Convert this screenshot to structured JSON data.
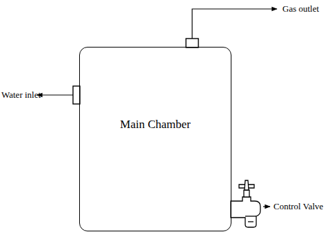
{
  "diagram": {
    "nodes": [
      {
        "text": [
          "Main Chamber"
        ]
      }
    ],
    "labels": [
      "Gas outlet",
      "Water inlet",
      "Control Valve"
    ]
  }
}
